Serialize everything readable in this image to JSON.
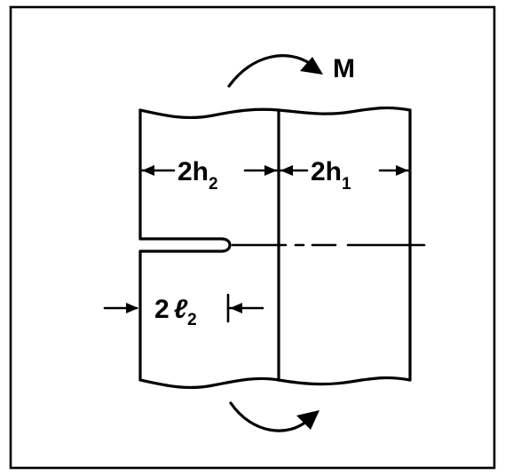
{
  "figure": {
    "moment_label": "M",
    "crack_length_label": {
      "coef": "2",
      "sym": "ℓ",
      "sub": "2"
    },
    "width_2_label": {
      "coef": "2h",
      "sub": "2"
    },
    "width_1_label": {
      "coef": "2h",
      "sub": "1"
    }
  }
}
